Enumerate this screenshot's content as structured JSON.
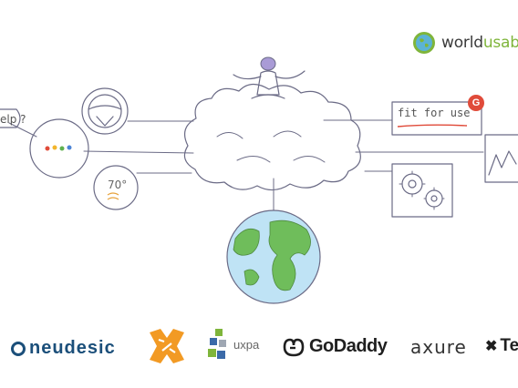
{
  "brand": {
    "name_main": "world",
    "name_accent": "usab",
    "accent_color": "#7fb53b"
  },
  "sketch": {
    "left_callout": "elp ?",
    "fit_for_use": "fit for use",
    "thermostat": "70°",
    "badge_letter": "G"
  },
  "logos": [
    {
      "id": "neudesic",
      "label": "neudesic"
    },
    {
      "id": "uxpa",
      "label": "uxpa"
    },
    {
      "id": "godaddy",
      "label": "GoDaddy"
    },
    {
      "id": "axure",
      "label": "axure"
    },
    {
      "id": "te",
      "label": "Te"
    }
  ],
  "icons": [
    "globe-icon",
    "steering-wheel-icon",
    "gear-icon",
    "chart-icon",
    "earth-icon"
  ]
}
